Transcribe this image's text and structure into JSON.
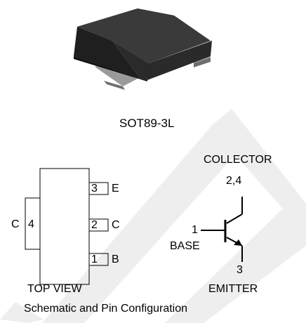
{
  "package": {
    "name": "SOT89-3L"
  },
  "pinout": {
    "view_label": "TOP VIEW",
    "pins": [
      {
        "number": "3",
        "name": "E"
      },
      {
        "number": "2",
        "name": "C"
      },
      {
        "number": "1",
        "name": "B"
      }
    ],
    "tab": {
      "number": "4",
      "name": "C"
    }
  },
  "symbol": {
    "collector_label": "COLLECTOR",
    "collector_pins": "2,4",
    "base_pin": "1",
    "base_label": "BASE",
    "emitter_pin": "3",
    "emitter_label": "EMITTER"
  },
  "caption": "Schematic and Pin Configuration",
  "colors": {
    "body_dark": "#2b2b2b",
    "lead_gray": "#9a9a9a",
    "watermark": "#eeeeee"
  }
}
